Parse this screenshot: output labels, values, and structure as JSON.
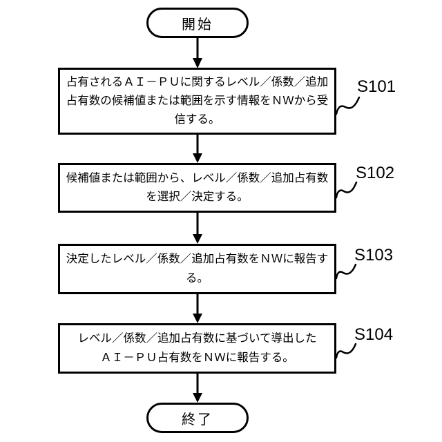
{
  "colors": {
    "ink": "#000000",
    "background": "#ffffff"
  },
  "flowchart": {
    "start_label": "開始",
    "end_label": "終了",
    "steps": [
      {
        "id": "S101",
        "lines": [
          "占有されるＡＩ－ＰＵに関するレベル／係数／追加",
          "占有数の候補値または範囲を示す情報をＮＷから受",
          "信する。"
        ]
      },
      {
        "id": "S102",
        "lines": [
          "候補値または範囲から、レベル／係数／追加占有数",
          "を選択／決定する。"
        ]
      },
      {
        "id": "S103",
        "lines": [
          "決定したレベル／係数／追加占有数をＮＷに報告す",
          "る。"
        ]
      },
      {
        "id": "S104",
        "lines": [
          "レベル／係数／追加占有数に基づいて導出した",
          "ＡＩ－ＰＵ占有数をＮＷに報告する。"
        ]
      }
    ]
  }
}
